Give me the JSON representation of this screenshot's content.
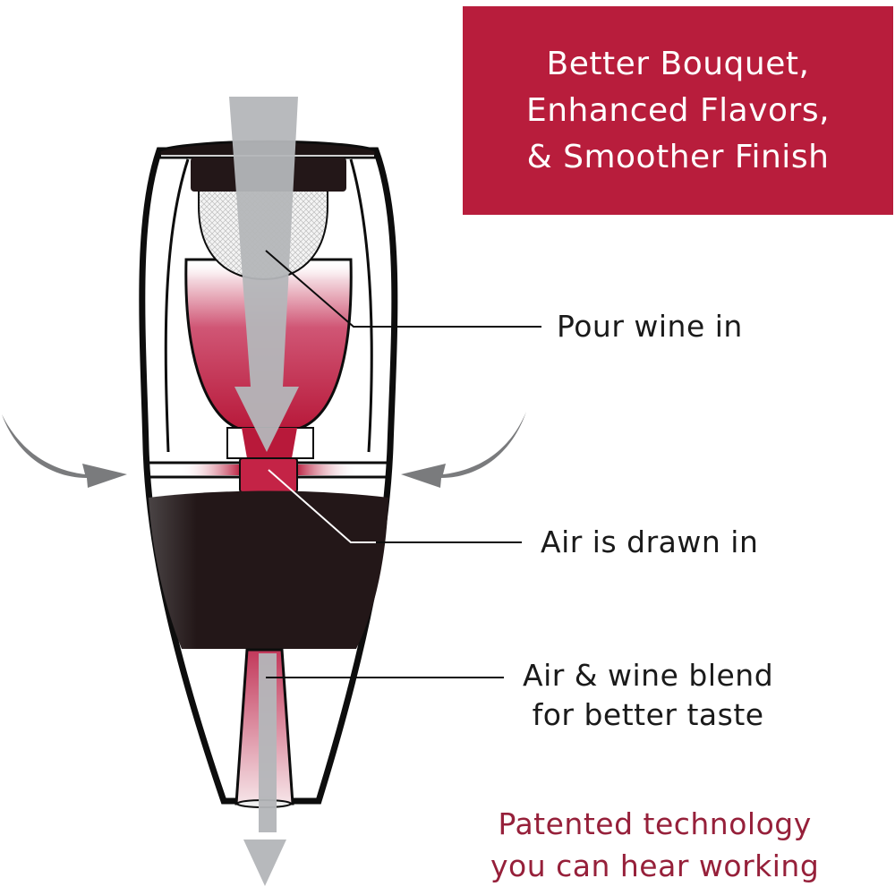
{
  "banner": {
    "lines": [
      "Better Bouquet,",
      "Enhanced Flavors,",
      "& Smoother Finish"
    ],
    "background_color": "#b81d3c",
    "text_color": "#ffffff"
  },
  "callouts": {
    "pour": "Pour wine in",
    "air": "Air is drawn in",
    "blend_line1": "Air & wine blend",
    "blend_line2": "for better taste"
  },
  "footer": {
    "line1": "Patented technology",
    "line2": "you can hear working",
    "color": "#96203a"
  },
  "illustration": {
    "subject": "wine aerator cross-section",
    "icons": [
      "flow-arrow-down-icon",
      "air-arrow-left-icon",
      "air-arrow-right-icon"
    ],
    "colors": {
      "wine": "#b8193a",
      "body_band": "#231718",
      "flow_arrow": "#b4b6b9",
      "air_arrow": "#7a7b7d",
      "outline": "#0d0d0d"
    }
  }
}
